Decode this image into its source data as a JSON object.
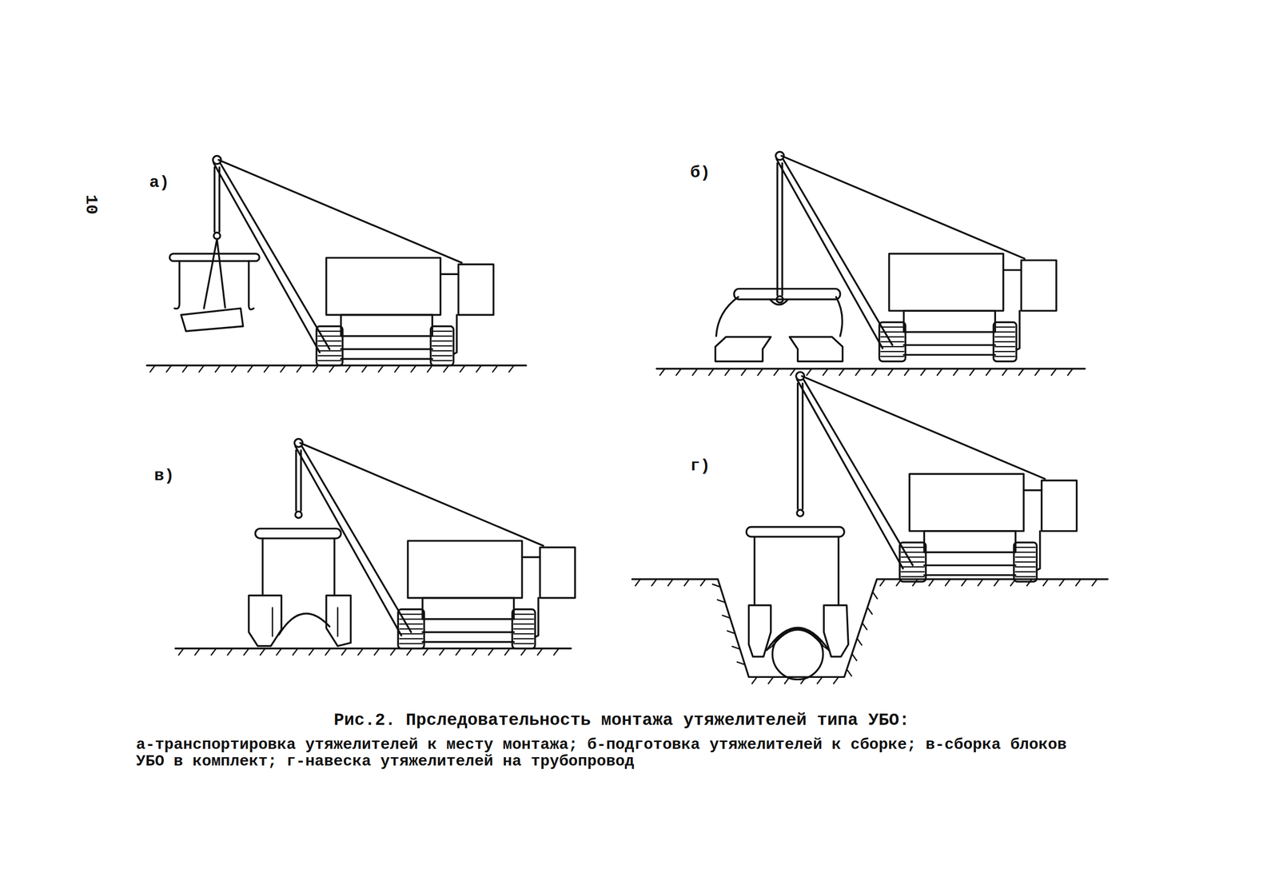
{
  "diagram": {
    "caption": "Рис.2. Прследовательность монтажа утяжелителей типа УБО:",
    "labels": [
      "10",
      "а)",
      "б)",
      "в)",
      "г)",
      "а-транспортировка утяжелителей к месту монтажа; б-подготовка утяжелителей к сборке; в-сборка блоков УБО в комплект; г-навеска утяжелителей на трубопровод"
    ]
  }
}
